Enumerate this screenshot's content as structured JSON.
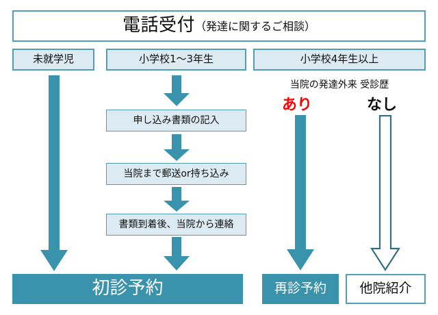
{
  "header": {
    "title_main": "電話受付",
    "title_sub": "（発達に関するご相談）"
  },
  "categories": [
    {
      "label": "未就学児"
    },
    {
      "label": "小学校1〜3年生"
    },
    {
      "label": "小学校4年生以上"
    }
  ],
  "process_steps": [
    {
      "label": "申し込み書類の記入"
    },
    {
      "label": "当院まで郵送or持ち込み"
    },
    {
      "label": "書類到着後、当院から連絡"
    }
  ],
  "decision": {
    "question": "当院の発達外来 受診歴",
    "yes_label": "あり",
    "no_label": "なし"
  },
  "outcomes": [
    {
      "label": "初診予約"
    },
    {
      "label": "再診予約"
    },
    {
      "label": "他院紹介"
    }
  ],
  "colors": {
    "teal_fill": "#3993AD",
    "teal_border": "#4F9FBA",
    "light_blue": "#DCEBF2",
    "red_accent": "#FF0000",
    "text_dark": "#0D0D0D",
    "white": "#FFFFFF"
  }
}
